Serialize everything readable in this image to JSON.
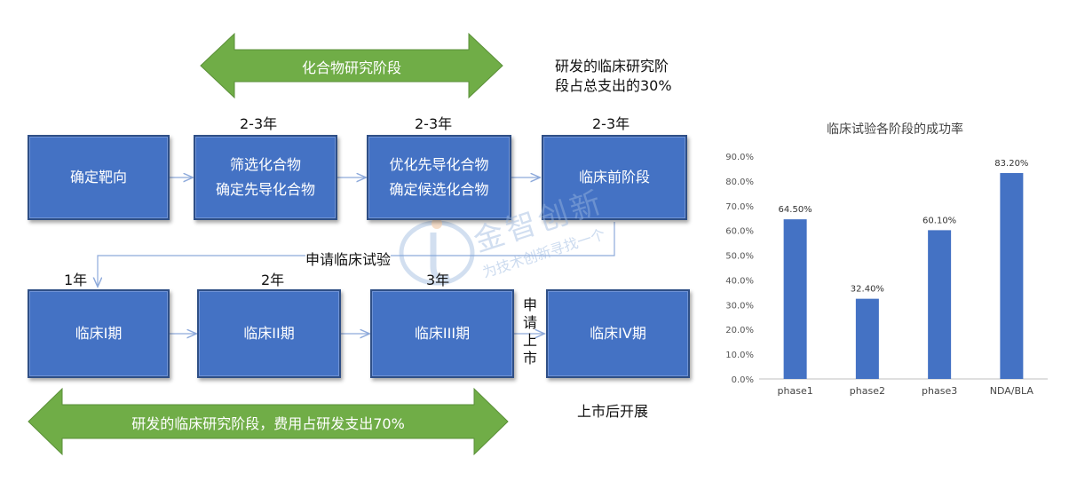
{
  "top_banner": {
    "label": "化合物研究阶段"
  },
  "bottom_banner": {
    "label": "研发的临床研究阶段，费用占研发支出70%"
  },
  "note_top": {
    "line1": "研发的临床研究阶",
    "line2": "段占总支出的30%"
  },
  "note_bottom": "上市后开展",
  "apply_trial": "申请临床试验",
  "apply_market": [
    "申",
    "请",
    "上",
    "市"
  ],
  "row1": [
    {
      "label_lines": [
        "确定靶向"
      ],
      "year": ""
    },
    {
      "label_lines": [
        "筛选化合物",
        "确定先导化合物"
      ],
      "year": "2-3年"
    },
    {
      "label_lines": [
        "优化先导化合物",
        "确定候选化合物"
      ],
      "year": "2-3年"
    },
    {
      "label_lines": [
        "临床前阶段"
      ],
      "year": "2-3年"
    }
  ],
  "row2": [
    {
      "label": "临床I期",
      "year": "1年"
    },
    {
      "label": "临床II期",
      "year": "2年"
    },
    {
      "label": "临床III期",
      "year": "3年"
    },
    {
      "label": "临床IV期",
      "year": ""
    }
  ],
  "watermark": {
    "brand": "金智创新",
    "slogan": "为技术创新寻找一个"
  },
  "colors": {
    "box": "#4472c4",
    "banner": "#70ad47",
    "bar": "#4472c4",
    "connector": "#8eaadb"
  },
  "chart_data": {
    "type": "bar",
    "title": "临床试验各阶段的成功率",
    "categories": [
      "phase1",
      "phase2",
      "phase3",
      "NDA/BLA"
    ],
    "values": [
      64.5,
      32.4,
      60.1,
      83.2
    ],
    "data_labels": [
      "64.50%",
      "32.40%",
      "60.10%",
      "83.20%"
    ],
    "ylim": [
      0,
      90
    ],
    "yticks": [
      "0.0%",
      "10.0%",
      "20.0%",
      "30.0%",
      "40.0%",
      "50.0%",
      "60.0%",
      "70.0%",
      "80.0%",
      "90.0%"
    ],
    "grid": false,
    "xlabel": "",
    "ylabel": ""
  }
}
